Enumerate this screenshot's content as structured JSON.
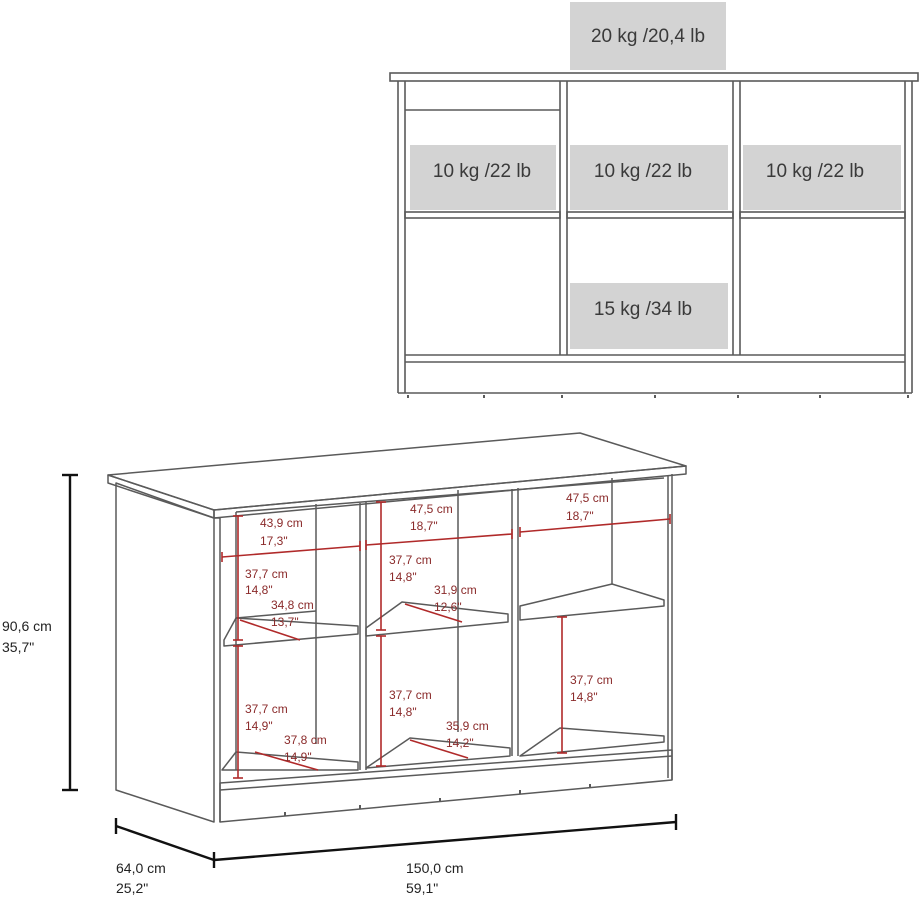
{
  "load_diagram": {
    "top_load": "20 kg /20,4 lb",
    "shelf_left": "10 kg /22 lb",
    "shelf_center": "10 kg /22 lb",
    "shelf_right": "10 kg /22 lb",
    "bottom_center": "15 kg /34 lb"
  },
  "dimensions": {
    "height_cm": "90,6 cm",
    "height_in": "35,7\"",
    "depth_cm": "64,0 cm",
    "depth_in": "25,2\"",
    "width_cm": "150,0 cm",
    "width_in": "59,1\""
  },
  "compartments": {
    "left_width_cm": "43,9 cm",
    "left_width_in": "17,3\"",
    "center_width_cm": "47,5 cm",
    "center_width_in": "18,7\"",
    "right_width_cm": "47,5 cm",
    "right_width_in": "18,7\"",
    "left_upper_height_cm": "37,7 cm",
    "left_upper_height_in": "14,8\"",
    "center_upper_height_cm": "37,7 cm",
    "center_upper_height_in": "14,8\"",
    "left_shelf_depth_cm": "34,8 cm",
    "left_shelf_depth_in": "13,7\"",
    "center_shelf_depth_cm": "31,9 cm",
    "center_shelf_depth_in": "12,6\"",
    "left_lower_height_cm": "37,7 cm",
    "left_lower_height_in": "14,9\"",
    "center_lower_height_cm": "37,7 cm",
    "center_lower_height_in": "14,8\"",
    "right_lower_height_cm": "37,7 cm",
    "right_lower_height_in": "14,8\"",
    "left_bottom_depth_cm": "37,8 cm",
    "left_bottom_depth_in": "14,9\"",
    "center_bottom_depth_cm": "35,9 cm",
    "center_bottom_depth_in": "14,2\""
  },
  "colors": {
    "line": "#5a5a5a",
    "dimension_red": "#b02a2a",
    "load_box": "#d3d3d3"
  }
}
